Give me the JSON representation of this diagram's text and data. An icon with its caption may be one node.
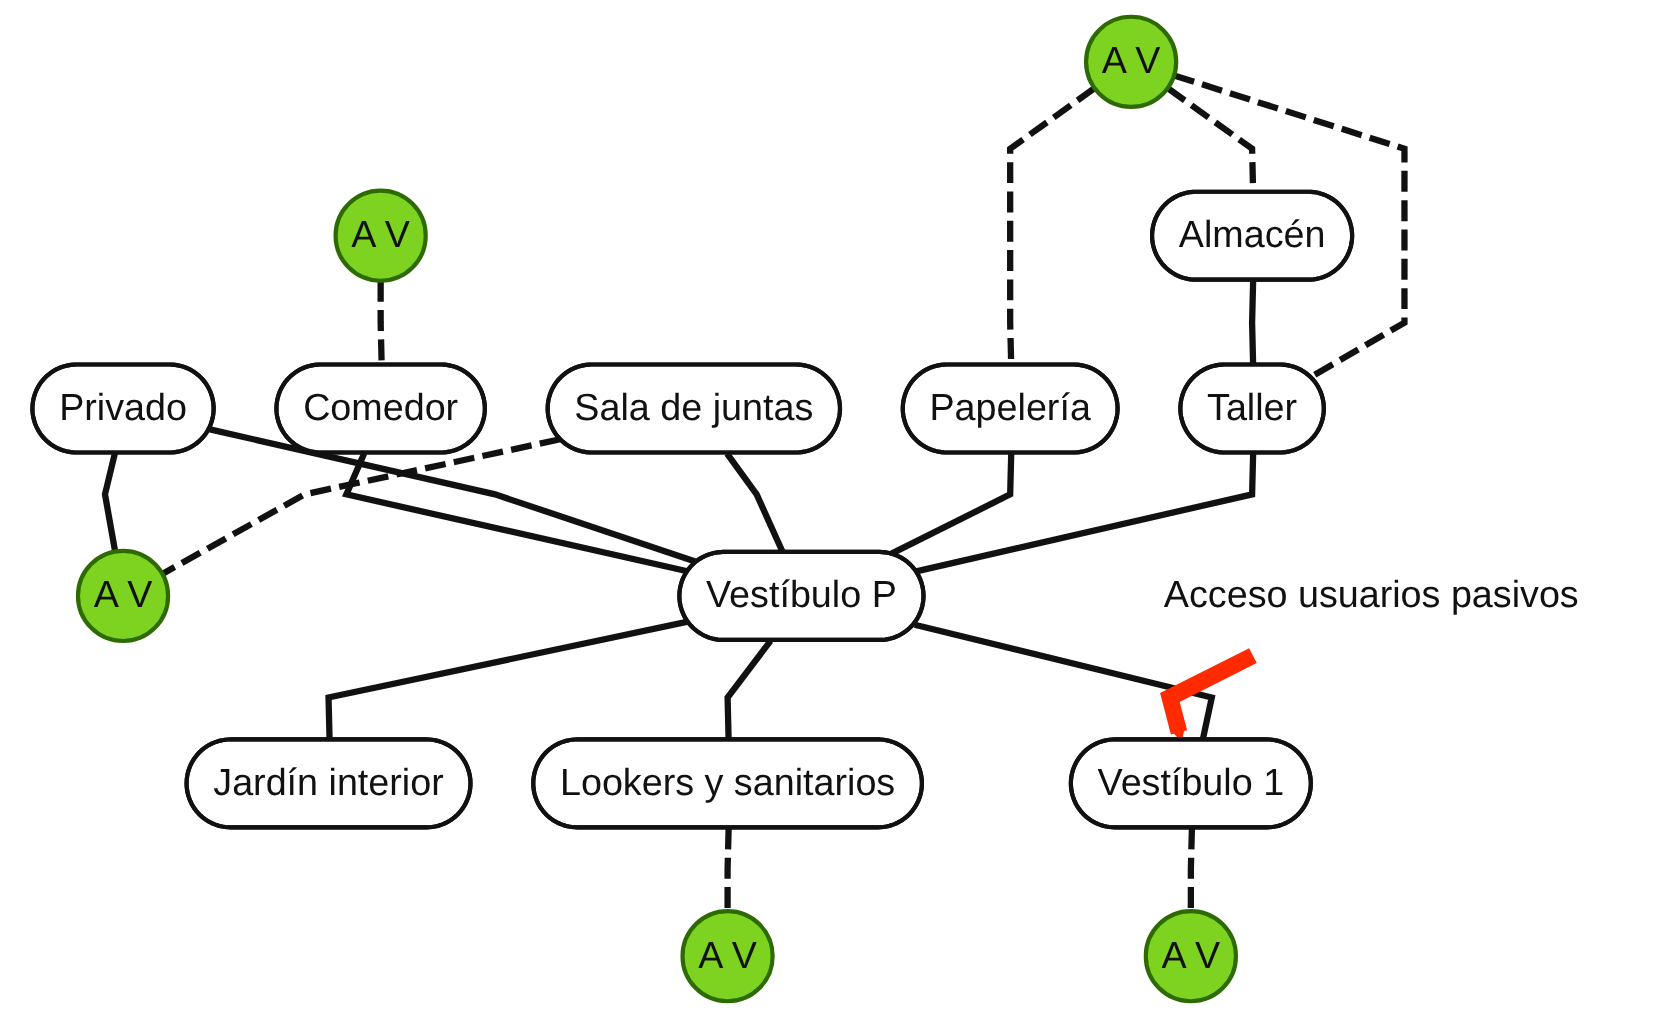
{
  "diagram": {
    "nodes": [
      {
        "text": [
          "A V"
        ]
      },
      {
        "text": [
          "Papelería"
        ]
      },
      {
        "text": [
          "Sala de juntas"
        ]
      },
      {
        "text": [
          "A V"
        ]
      },
      {
        "text": [
          "Almacén"
        ]
      },
      {
        "text": [
          "Taller"
        ]
      },
      {
        "text": [
          "Privado"
        ]
      },
      {
        "text": [
          "A V"
        ]
      },
      {
        "text": [
          "Comedor"
        ]
      },
      {
        "text": [
          "Vestíbulo P"
        ]
      },
      {
        "text": [
          "Jardín interior"
        ]
      },
      {
        "text": [
          "Lookers y sanitarios"
        ]
      },
      {
        "text": [
          "Vestíbulo 1"
        ]
      },
      {
        "text": [
          "A V"
        ]
      },
      {
        "text": [
          "A V"
        ]
      },
      {
        "text": [
          "Acceso usuarios pasivos"
        ]
      }
    ],
    "edges": [
      {
        "from": 0,
        "to": 1,
        "arrow": "none",
        "style": "dashed"
      },
      {
        "from": 0,
        "to": 4,
        "arrow": "none",
        "style": "dashed"
      },
      {
        "from": 0,
        "to": 5,
        "arrow": "none",
        "style": "dashed"
      },
      {
        "from": 4,
        "to": 5,
        "arrow": "none"
      },
      {
        "from": 5,
        "to": 9,
        "arrow": "none"
      },
      {
        "from": 1,
        "to": 9,
        "arrow": "none"
      },
      {
        "from": 2,
        "to": 9,
        "arrow": "none"
      },
      {
        "from": 2,
        "to": 3,
        "arrow": "none",
        "style": "dashed"
      },
      {
        "from": 6,
        "to": 3,
        "arrow": "none"
      },
      {
        "from": 6,
        "to": 9,
        "arrow": "none"
      },
      {
        "from": 7,
        "to": 8,
        "arrow": "none",
        "style": "dashed"
      },
      {
        "from": 8,
        "to": 9,
        "arrow": "none"
      },
      {
        "from": 9,
        "to": 10,
        "arrow": "none"
      },
      {
        "from": 9,
        "to": 11,
        "arrow": "none"
      },
      {
        "from": 9,
        "to": 12,
        "arrow": "none"
      },
      {
        "from": 12,
        "to": 13,
        "arrow": "none",
        "style": "dashed"
      },
      {
        "from": 11,
        "to": 14,
        "arrow": "none",
        "style": "dashed"
      },
      {
        "from": 15,
        "to": 12,
        "arrow": "to",
        "style": "thick",
        "color": "#ff2a00"
      }
    ]
  }
}
